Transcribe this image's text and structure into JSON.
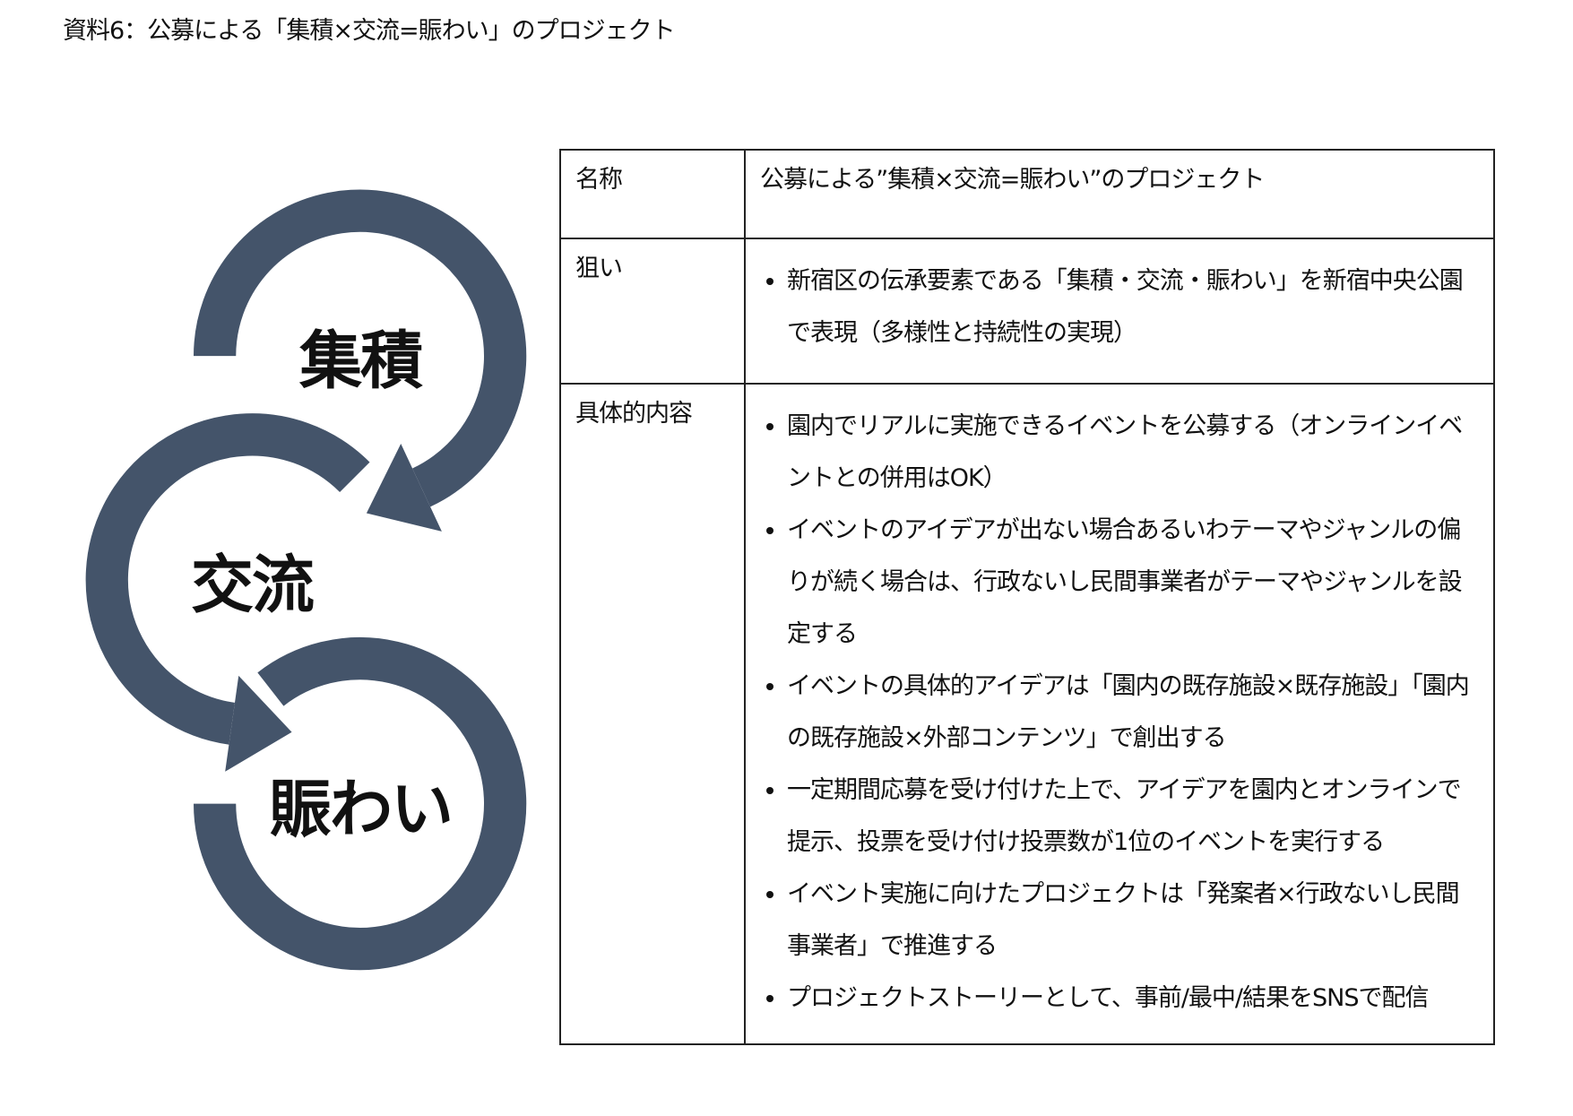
{
  "title": "資料6：公募による「集積×交流=賑わい」のプロジェクト",
  "diagram": {
    "color": "#44546a",
    "labels": [
      "集積",
      "交流",
      "賑わい"
    ]
  },
  "table": {
    "rows": [
      {
        "key": "名称",
        "value": "公募による”集積×交流=賑わい”のプロジェクト"
      },
      {
        "key": "狙い",
        "bullets": [
          "新宿区の伝承要素である「集積・交流・賑わい」を新宿中央公園で表現（多様性と持続性の実現）"
        ]
      },
      {
        "key": "具体的内容",
        "bullets": [
          "園内でリアルに実施できるイベントを公募する（オンラインイベントとの併用はOK）",
          "イベントのアイデアが出ない場合あるいわテーマやジャンルの偏りが続く場合は、行政ないし民間事業者がテーマやジャンルを設定する",
          "イベントの具体的アイデアは「園内の既存施設×既存施設」「園内の既存施設×外部コンテンツ」で創出する",
          "一定期間応募を受け付けた上で、アイデアを園内とオンラインで提示、投票を受け付け投票数が1位のイベントを実行する",
          "イベント実施に向けたプロジェクトは「発案者×行政ないし民間事業者」で推進する",
          "プロジェクトストーリーとして、事前/最中/結果をSNSで配信"
        ]
      }
    ]
  }
}
